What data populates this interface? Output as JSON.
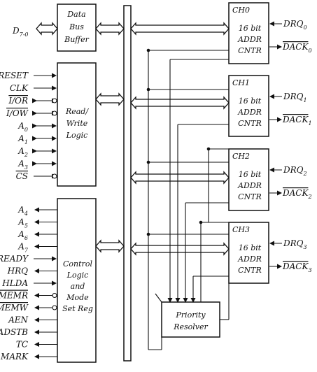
{
  "blocks": {
    "data_bus_buffer": [
      "Data",
      "Bus",
      "Buffer"
    ],
    "read_write_logic": [
      "Read/",
      "Write",
      "Logic"
    ],
    "control_logic": [
      "Control",
      "Logic",
      "and",
      "Mode",
      "Set Reg"
    ],
    "priority_resolver": [
      "Priority",
      "Resolver"
    ],
    "channels": [
      {
        "name": "CH0",
        "lines": [
          "16 bit",
          "ADDR",
          "CNTR"
        ],
        "drq": "DRQ",
        "drq_sub": "0",
        "dack": "DACK",
        "dack_sub": "0"
      },
      {
        "name": "CH1",
        "lines": [
          "16 bit",
          "ADDR",
          "CNTR"
        ],
        "drq": "DRQ",
        "drq_sub": "1",
        "dack": "DACK",
        "dack_sub": "1"
      },
      {
        "name": "CH2",
        "lines": [
          "16 bit",
          "ADDR",
          "CNTR"
        ],
        "drq": "DRQ",
        "drq_sub": "2",
        "dack": "DACK",
        "dack_sub": "2"
      },
      {
        "name": "CH3",
        "lines": [
          "16 bit",
          "ADDR",
          "CNTR"
        ],
        "drq": "DRQ",
        "drq_sub": "3",
        "dack": "DACK",
        "dack_sub": "3"
      }
    ]
  },
  "data_bus_label": {
    "main": "D",
    "sub": "7-0"
  },
  "rw_signals": [
    {
      "text": "RESET",
      "sub": "",
      "overline": false,
      "dir": "in"
    },
    {
      "text": "CLK",
      "sub": "",
      "overline": false,
      "dir": "in"
    },
    {
      "text": "I/OR",
      "sub": "",
      "overline": true,
      "dir": "bi"
    },
    {
      "text": "I/OW",
      "sub": "",
      "overline": true,
      "dir": "bi"
    },
    {
      "text": "A",
      "sub": "0",
      "overline": false,
      "dir": "bi"
    },
    {
      "text": "A",
      "sub": "1",
      "overline": false,
      "dir": "bi"
    },
    {
      "text": "A",
      "sub": "2",
      "overline": false,
      "dir": "bi"
    },
    {
      "text": "A",
      "sub": "3",
      "overline": false,
      "dir": "bi"
    },
    {
      "text": "CS",
      "sub": "",
      "overline": true,
      "dir": "in"
    }
  ],
  "ctrl_signals": [
    {
      "text": "A",
      "sub": "4",
      "overline": false,
      "dir": "out"
    },
    {
      "text": "A",
      "sub": "5",
      "overline": false,
      "dir": "out"
    },
    {
      "text": "A",
      "sub": "6",
      "overline": false,
      "dir": "out"
    },
    {
      "text": "A",
      "sub": "7",
      "overline": false,
      "dir": "out"
    },
    {
      "text": "READY",
      "sub": "",
      "overline": false,
      "dir": "in"
    },
    {
      "text": "HRQ",
      "sub": "",
      "overline": false,
      "dir": "out"
    },
    {
      "text": "HLDA",
      "sub": "",
      "overline": false,
      "dir": "in"
    },
    {
      "text": "MEMR",
      "sub": "",
      "overline": true,
      "dir": "out"
    },
    {
      "text": "MEMW",
      "sub": "",
      "overline": true,
      "dir": "out"
    },
    {
      "text": "AEN",
      "sub": "",
      "overline": false,
      "dir": "out"
    },
    {
      "text": "ADSTB",
      "sub": "",
      "overline": false,
      "dir": "out"
    },
    {
      "text": "TC",
      "sub": "",
      "overline": false,
      "dir": "out"
    },
    {
      "text": "MARK",
      "sub": "",
      "overline": false,
      "dir": "out"
    }
  ]
}
